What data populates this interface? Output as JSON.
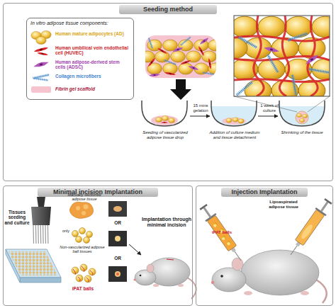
{
  "diagram": {
    "nodes": [
      {
        "text": [
          "Seeding method"
        ]
      },
      {
        "text": [
          "In vitro adipose tissue components:"
        ],
        "in": 0
      },
      {
        "text": [
          "Minimal incision Implantation"
        ]
      },
      {
        "text": [
          "Injection Implantation"
        ]
      }
    ],
    "labels": [
      "15 mins gelation",
      "1 week of culture",
      "Seeding of vascularized adipose tissue drop",
      "Addition of culture medium and tissue detachment",
      "Shrinking of the tissue",
      "Tissues seeding and culture",
      "Manually sectioned adipose tissue",
      "only",
      "OR",
      "Non-vascularized adipose ball tissues",
      "OR",
      "iPAT balls",
      "Implantation through minimal incision",
      "Lipoaspirated adipose tissue",
      "iPAT balls"
    ],
    "legend": [
      {
        "text": "Human mature adipocytes (AD)"
      },
      {
        "text": "Human umbilical vein endothelial cell (HUVEC)"
      },
      {
        "text": "Human adipose-derived stem cells (ADSC)"
      },
      {
        "text": "Collagen microfibers"
      },
      {
        "text": "Fibrin gel scaffold",
        "color": "#f6c4cf"
      }
    ]
  }
}
